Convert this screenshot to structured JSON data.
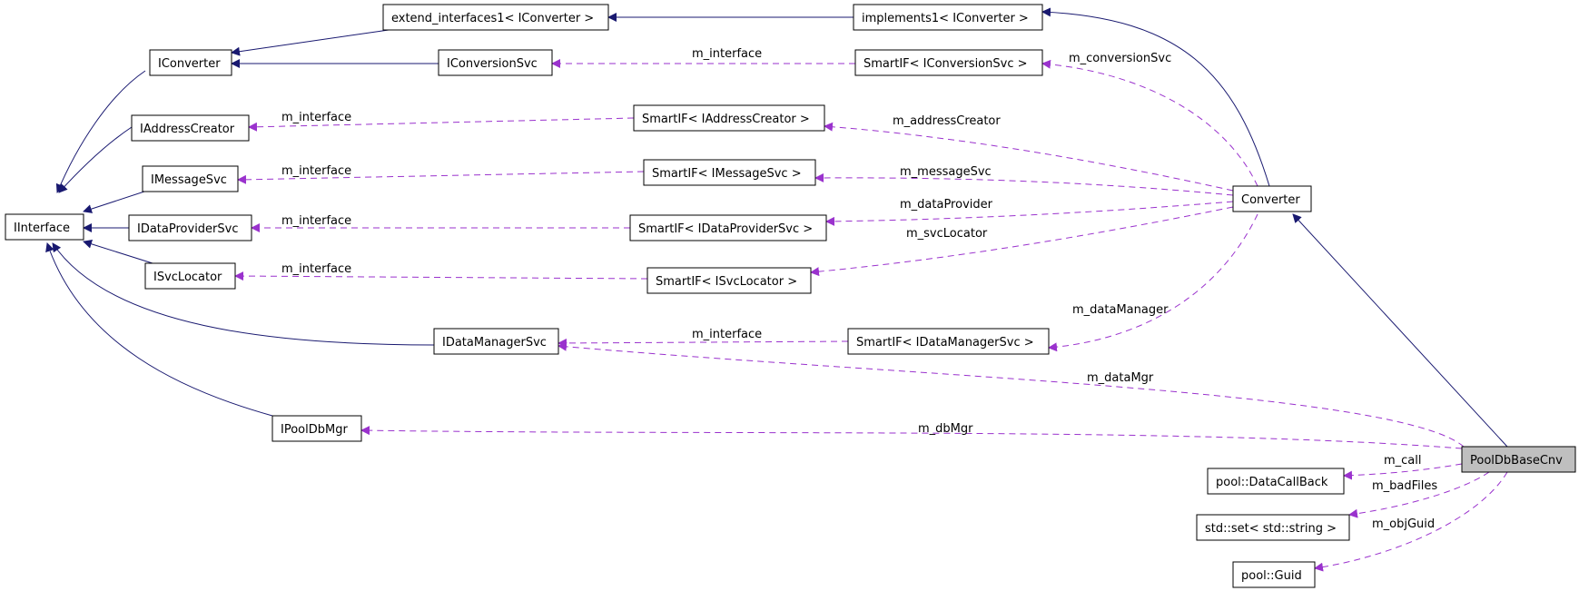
{
  "nodes": {
    "iinterface": "IInterface",
    "iconverter": "IConverter",
    "iaddresscreator": "IAddressCreator",
    "imessagesvc": "IMessageSvc",
    "idataprovidersvc": "IDataProviderSvc",
    "isvclocator": "ISvcLocator",
    "idatamanagersvc": "IDataManagerSvc",
    "ipooldbmgr": "IPoolDbMgr",
    "extend_interfaces1": "extend_interfaces1< IConverter >",
    "iconversionsvc": "IConversionSvc",
    "implements1": "implements1< IConverter >",
    "smartif_iconversionsvc": "SmartIF< IConversionSvc >",
    "smartif_iaddresscreator": "SmartIF< IAddressCreator >",
    "smartif_imessagesvc": "SmartIF< IMessageSvc >",
    "smartif_idataprovidersvc": "SmartIF< IDataProviderSvc >",
    "smartif_isvclocator": "SmartIF< ISvcLocator >",
    "smartif_idatamanagersvc": "SmartIF< IDataManagerSvc >",
    "converter": "Converter",
    "pooldbbasecnv": "PoolDbBaseCnv",
    "datacallback": "pool::DataCallBack",
    "stdset": "std::set< std::string >",
    "guid": "pool::Guid"
  },
  "edge_labels": {
    "m_interface_conv": "m_interface",
    "m_interface_addr": "m_interface",
    "m_interface_msg": "m_interface",
    "m_interface_dp": "m_interface",
    "m_interface_svc": "m_interface",
    "m_interface_dm": "m_interface",
    "m_conversionSvc": "m_conversionSvc",
    "m_addressCreator": "m_addressCreator",
    "m_messageSvc": "m_messageSvc",
    "m_dataProvider": "m_dataProvider",
    "m_svcLocator": "m_svcLocator",
    "m_dataManager": "m_dataManager",
    "m_dataMgr": "m_dataMgr",
    "m_dbMgr": "m_dbMgr",
    "m_call": "m_call",
    "m_badFiles": "m_badFiles",
    "m_objGuid": "m_objGuid"
  },
  "colors": {
    "inheritance": "#191970",
    "member": "#9a32cd",
    "highlight_fill": "#bfbfbf"
  }
}
